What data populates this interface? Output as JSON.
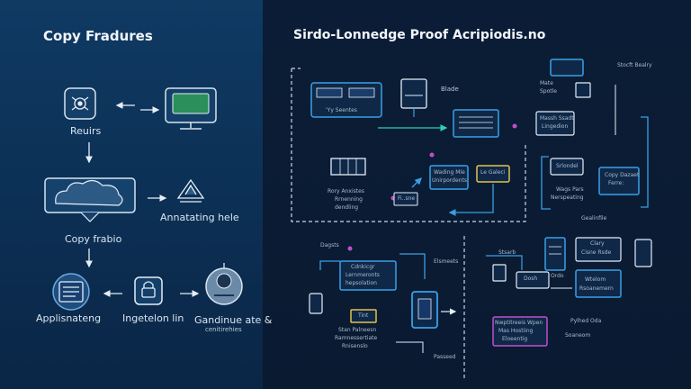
{
  "left_panel": {
    "title": "Copy Fradures",
    "labels": {
      "reuirs": "Reuirs",
      "annotating": "Annatating hele",
      "copy_frabio": "Copy frabio",
      "applisnateng": "Applisnateng",
      "ingetelon": "Ingetelon lin",
      "gandinue_l1": "Gandinue ate &",
      "gandinue_l2": "cenitirehies"
    }
  },
  "right_panel": {
    "title": "Sirdo-Lonnedge Proof Acripiodis.no",
    "labels": {
      "blade": "Blade",
      "yy_seentes": "'Yy Seentes",
      "rory_l1": "Rory Anxistes",
      "rory_l2": "Rrnenning",
      "rory_l3": "dendling",
      "wading_l1": "Wading Mle",
      "wading_l2": "Unirpordents",
      "le_galeci": "Le Galeci",
      "fi_sne": "Fi..sne",
      "stocft": "Stocft Bealry",
      "mate_l1": "Mate",
      "mate_l2": "Spotle",
      "massh_l1": "Massh Ssadt",
      "massh_l2": "Lingedion",
      "srlondel": "Srlondel",
      "copy_l1": "Copy Dazaet",
      "copy_l2": "Ferre:",
      "wage_l1": "Wags Pars",
      "wage_l2": "Nerspeating",
      "gealinfile": "Gealinfile",
      "dagste": "Dagsts",
      "cdnkicgr_l1": "Cdnkicgr",
      "cdnkicgr_l2": "Lernmeronts",
      "cdnkicgr_l3": "hepsolation",
      "elsmeets": "Elsmeets",
      "tint": "Tint",
      "stan_l1": "Stan Palneesn",
      "stan_l2": "Ramnessertiate",
      "stan_l3": "Rnisenslo",
      "passeed": "Passeed",
      "stsarb": "Stsarb",
      "dosh": "Dosh",
      "ordo": "Ordo",
      "clary_l1": "Clary",
      "clary_l2": "Cisne Rsde",
      "wtelom_l1": "Wtelom",
      "wtelom_l2": "Rsoanemern",
      "nwptitreeis_l1": "Nwptitreeis Wpen",
      "nwptitreeis_l2": "Mas Hostiing",
      "nwptitreeis_l3": "Eloeentig",
      "pylhed": "Pylhed Oda",
      "soaneom": "Soaneom"
    }
  },
  "colors": {
    "accent": "#3aa0e6",
    "teal": "#2fd0b0",
    "gold": "#e3c34a",
    "magenta": "#c14ec9",
    "white": "#e6eef7"
  }
}
